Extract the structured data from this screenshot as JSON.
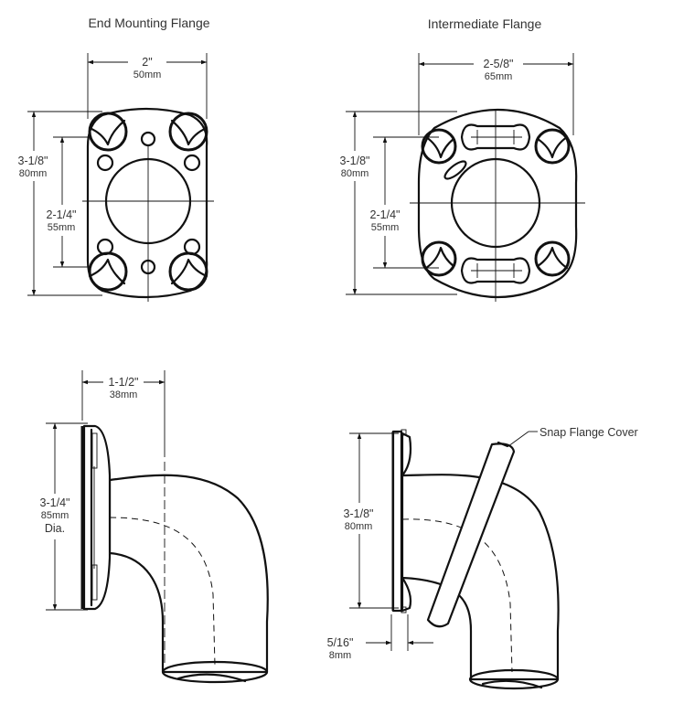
{
  "titles": {
    "end_flange": "End Mounting Flange",
    "intermediate_flange": "Intermediate Flange"
  },
  "callouts": {
    "snap_cover": "Snap Flange Cover"
  },
  "dimensions": {
    "end_width": {
      "imperial": "2\"",
      "metric": "50mm"
    },
    "end_height": {
      "imperial": "3-1/8\"",
      "metric": "80mm"
    },
    "end_hole_spacing": {
      "imperial": "2-1/4\"",
      "metric": "55mm"
    },
    "int_width": {
      "imperial": "2-5/8\"",
      "metric": "65mm"
    },
    "int_height": {
      "imperial": "3-1/8\"",
      "metric": "80mm"
    },
    "int_hole_spacing": {
      "imperial": "2-1/4\"",
      "metric": "55mm"
    },
    "projection": {
      "imperial": "1-1/2\"",
      "metric": "38mm"
    },
    "end_diameter": {
      "imperial": "3-1/4\"",
      "metric": "85mm",
      "note": "Dia."
    },
    "side_height": {
      "imperial": "3-1/8\"",
      "metric": "80mm"
    },
    "cover_offset": {
      "imperial": "5/16\"",
      "metric": "8mm"
    }
  }
}
